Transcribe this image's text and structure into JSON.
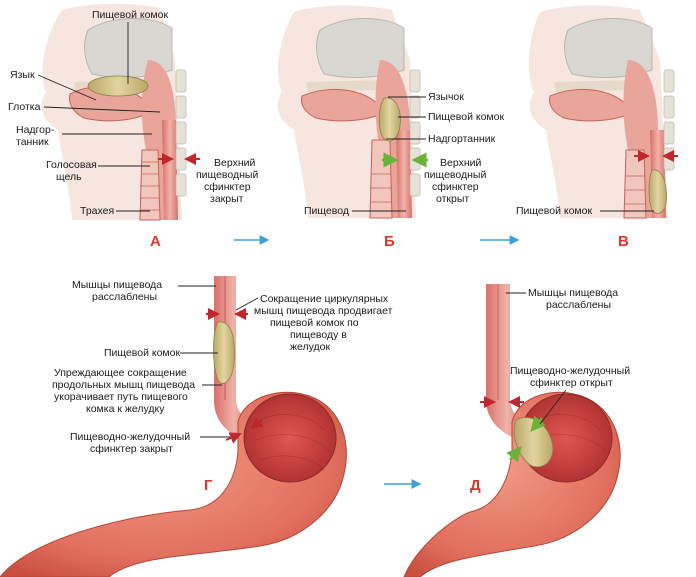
{
  "colors": {
    "tissue": "#e9a59a",
    "tissue_dark": "#c9615a",
    "bone": "#d9d7d2",
    "bolus": "#cdbb7e",
    "stomach": "#e2705e",
    "stomach_inner": "#c8423e",
    "arrow_red": "#c0262b",
    "arrow_green": "#6ab23a",
    "flow_arrow": "#3aa0d8",
    "step_letter": "#e0362a"
  },
  "panel_a": {
    "letter": "А",
    "bolus": "Пищевой комок",
    "tongue": "Язык",
    "pharynx": "Глотка",
    "epiglottis": [
      "Надгор-",
      "танник"
    ],
    "glottis": [
      "Голосовая",
      "щель"
    ],
    "trachea": "Трахея",
    "upper_sphincter_closed": [
      "Верхний",
      "пищеводный",
      "сфинктер",
      "закрыт"
    ]
  },
  "panel_b": {
    "letter": "Б",
    "uvula": "Язычок",
    "bolus": "Пищевой комок",
    "epiglottis": "Надгортанник",
    "upper_sphincter_open": [
      "Верхний",
      "пищеводный",
      "сфинктер",
      "открыт"
    ],
    "esophagus": "Пищевод"
  },
  "panel_c": {
    "letter": "В",
    "bolus": "Пищевой комок"
  },
  "panel_d": {
    "letter": "Г",
    "muscles_relaxed": [
      "Мышцы пищевода",
      "расслаблены"
    ],
    "circular_contraction": [
      "Сокращение циркулярных",
      "мышц пищевода продвигает",
      "пищевой комок по",
      "пищеводу в",
      "желудок"
    ],
    "bolus": "Пищевой комок",
    "longitudinal_contraction": [
      "Упреждающее сокращение",
      "продольных мышц пищевода",
      "укорачивает путь пищевого",
      "комка к желудку"
    ],
    "lower_sphincter_closed": [
      "Пищеводно-желудочный",
      "сфинктер закрыт"
    ]
  },
  "panel_e": {
    "letter": "Д",
    "muscles_relaxed": [
      "Мышцы пищевода",
      "расслаблены"
    ],
    "lower_sphincter_open": [
      "Пищеводно-желудочный",
      "сфинктер открыт"
    ]
  }
}
